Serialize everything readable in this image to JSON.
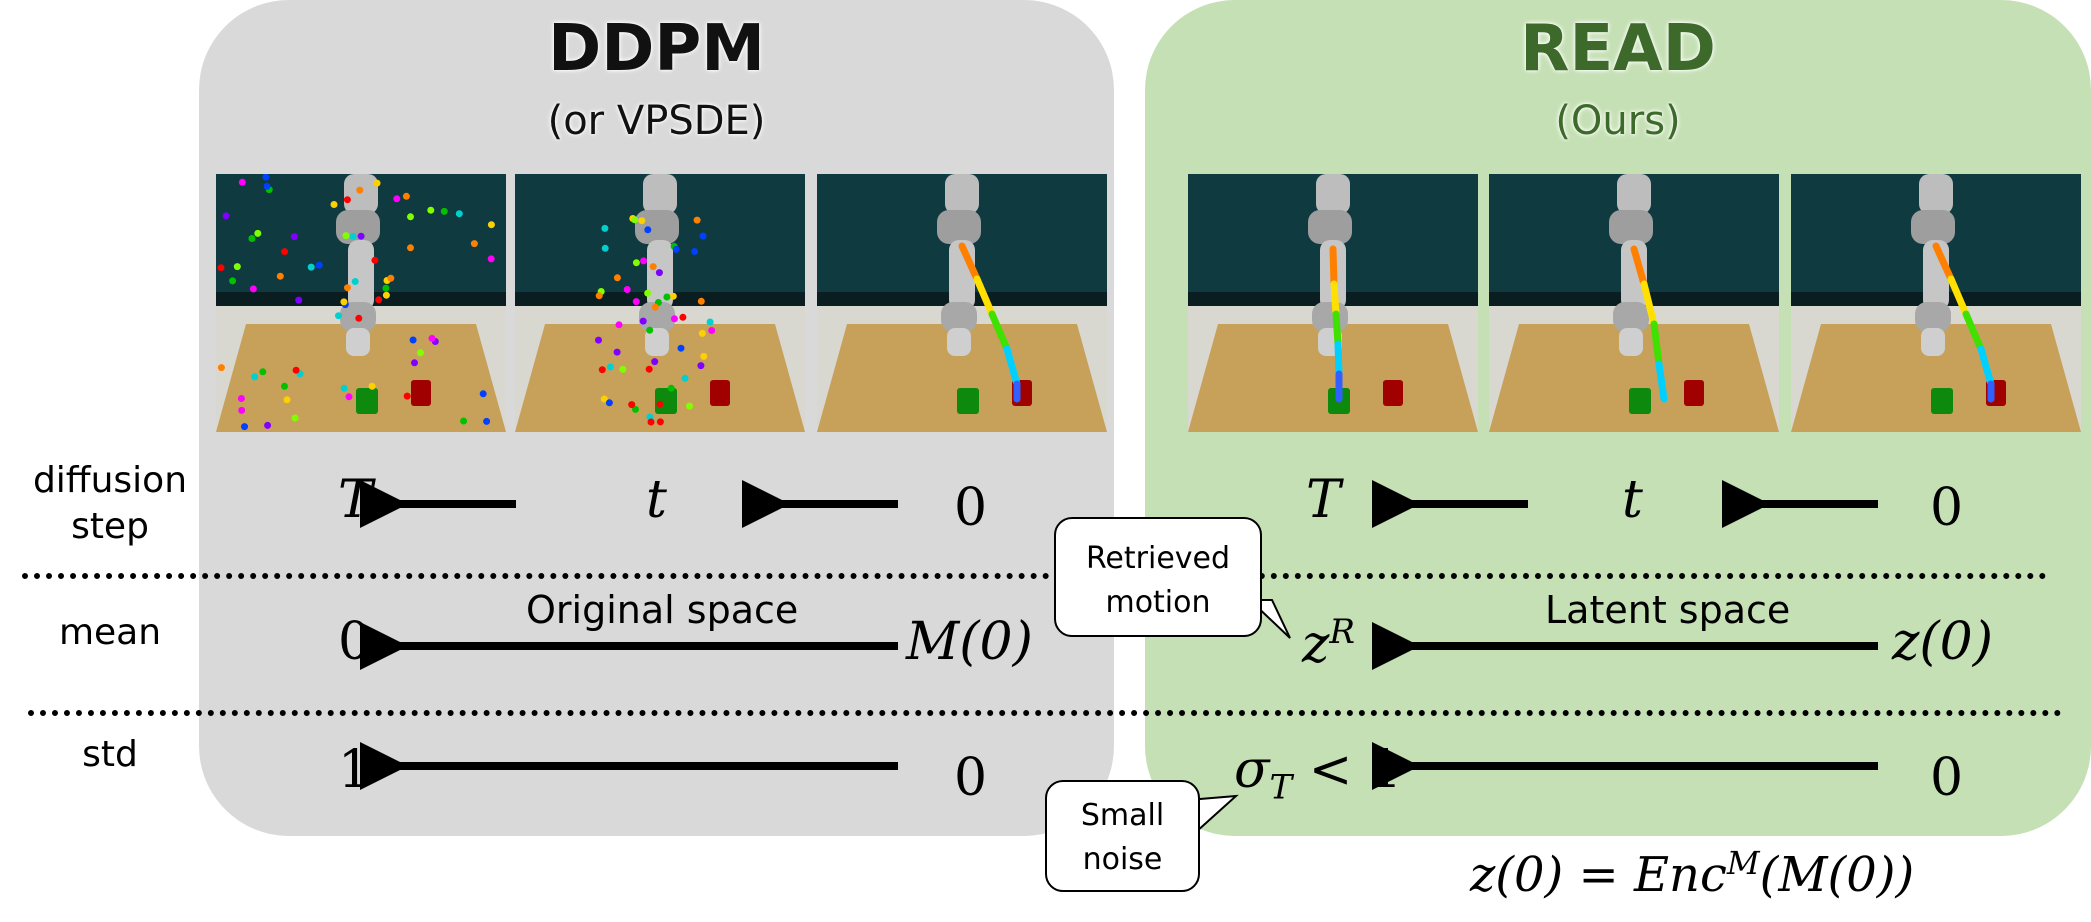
{
  "ddpm": {
    "title": "DDPM",
    "subtitle": "(or VPSDE)",
    "space_label": "Original space"
  },
  "read": {
    "title": "READ",
    "subtitle": "(Ours)",
    "space_label": "Latent space"
  },
  "row_labels": {
    "diffusion_step": "diffusion\nstep",
    "mean": "mean",
    "std": "std"
  },
  "diffusion_step": {
    "left": "T",
    "middle": "t",
    "right": "0"
  },
  "ddpm_mean": {
    "end": "0",
    "start": "M(0)"
  },
  "ddpm_std": {
    "end": "1",
    "start": "0"
  },
  "read_mean": {
    "end": "z^R",
    "start": "z(0)"
  },
  "read_std": {
    "end": "σ_T < 1",
    "start": "0"
  },
  "callouts": {
    "retrieved": "Retrieved\nmotion",
    "noise": "Small\nnoise"
  },
  "formula": "z(0) = Enc^M(M(0))",
  "colors": {
    "ddpm_panel": "#d9d9d9",
    "read_panel": "#c5e0b4",
    "read_title": "#3d6a2b"
  }
}
